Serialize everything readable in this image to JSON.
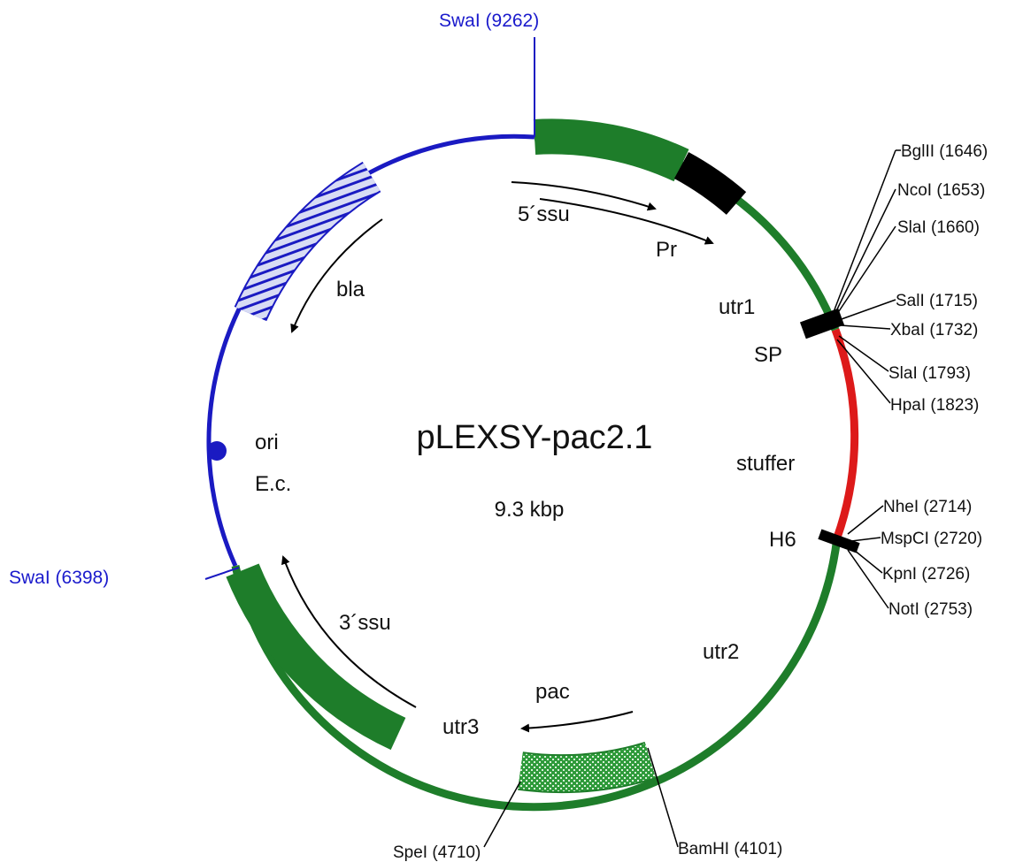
{
  "title": "pLEXSY-pac2.1",
  "size_label": "9.3 kbp",
  "colors": {
    "backbone": "#1a1ac2",
    "green": "#1e7d2a",
    "stuffer": "#dd1a1a",
    "black": "#000000",
    "hatch_blue": "#1a1ac2",
    "hatch_green": "#1e7d2a"
  },
  "features": {
    "five_ssu": "5´ssu",
    "pr": "Pr",
    "utr1": "utr1",
    "sp": "SP",
    "stuffer": "stuffer",
    "h6": "H6",
    "utr2": "utr2",
    "pac": "pac",
    "utr3": "utr3",
    "three_ssu": "3´ssu",
    "bla": "bla",
    "ori": "ori",
    "ec": "E.c."
  },
  "sites": {
    "swal_top": "SwaI (9262)",
    "swal_left": "SwaI (6398)",
    "bglII": "BglII (1646)",
    "ncoI": "NcoI (1653)",
    "slaI_1": "SlaI (1660)",
    "salI": "SalI (1715)",
    "xbaI": "XbaI (1732)",
    "slaI_2": "SlaI (1793)",
    "hpaI": "HpaI (1823)",
    "nheI": "NheI (2714)",
    "mspCI": "MspCI (2720)",
    "kpnI": "KpnI (2726)",
    "notI": "NotI (2753)",
    "speI": "SpeI (4710)",
    "bamHI": "BamHI (4101)"
  }
}
